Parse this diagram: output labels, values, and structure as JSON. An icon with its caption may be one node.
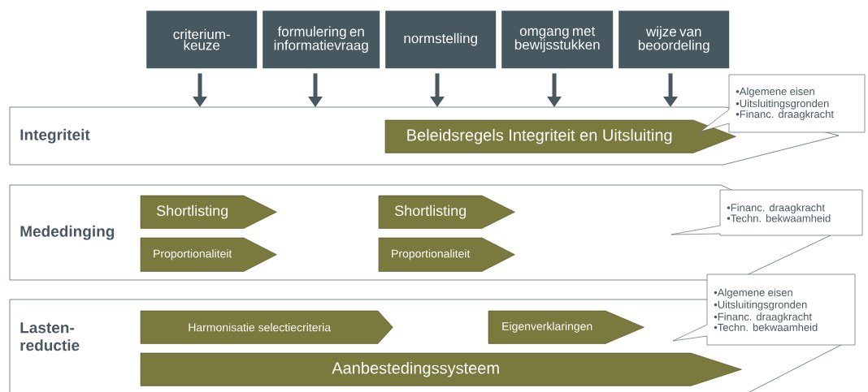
{
  "diagram": {
    "nodes": [
      {
        "text": [
          "criterium- keuze"
        ]
      },
      {
        "text": [
          "formulering en informatievraag"
        ]
      },
      {
        "text": [
          "normstelling"
        ]
      },
      {
        "text": [
          "omgang met bewijsstukken"
        ]
      },
      {
        "text": [
          "wijze van beoordeling"
        ]
      },
      {
        "text": [
          "Integriteit"
        ]
      },
      {
        "text": [
          "Beleidsregels Integriteit en Uitsluiting"
        ],
        "in": 5
      },
      {
        "text": [
          "•Algemene eisen",
          "•Uitsluitingsgronden",
          "•Financ. draagkracht"
        ]
      },
      {
        "text": [
          "Mededinging"
        ]
      },
      {
        "text": [
          "Shortlisting"
        ],
        "in": 8
      },
      {
        "text": [
          "Proportionaliteit"
        ],
        "in": 8
      },
      {
        "text": [
          "Shortlisting"
        ],
        "in": 8
      },
      {
        "text": [
          "Proportionaliteit"
        ],
        "in": 8
      },
      {
        "text": [
          "•Financ. draagkracht",
          "•Techn. bekwaamheid"
        ]
      },
      {
        "text": [
          "Lasten- reductie"
        ]
      },
      {
        "text": [
          "Harmonisatie selectiecriteria"
        ],
        "in": 14
      },
      {
        "text": [
          "Eigenverklaringen"
        ],
        "in": 14
      },
      {
        "text": [
          "Aanbestedingssysteem"
        ],
        "in": 14
      },
      {
        "text": [
          "•Algemene eisen",
          "•Uitsluitingsgronden",
          "•Financ. draagkracht",
          "•Techn. bekwaamheid"
        ]
      }
    ],
    "edges": [
      {
        "from": 0,
        "to": 5,
        "arrow": "to"
      },
      {
        "from": 1,
        "to": 5,
        "arrow": "to"
      },
      {
        "from": 2,
        "to": 5,
        "arrow": "to"
      },
      {
        "from": 3,
        "to": 5,
        "arrow": "to"
      },
      {
        "from": 4,
        "to": 5,
        "arrow": "to"
      }
    ]
  }
}
